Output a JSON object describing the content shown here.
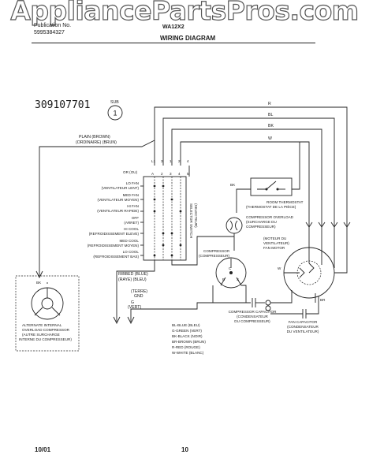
{
  "watermark": "AppliancePartsPros.com",
  "header": {
    "publication_label": "Publication No.",
    "publication_number": "5995384327",
    "model": "WA12X2",
    "title": "WIRING DIAGRAM"
  },
  "part_number": "309107701",
  "sub_label": "SUB",
  "sub_number": "1",
  "wire_labels": {
    "r": "R",
    "bl": "BL",
    "bk": "BK",
    "w": "W"
  },
  "plain_label": "PLAIN (BROWN)",
  "plain_label_fr": "(ORDINAIRE) (BRUN)",
  "switch_terminals": [
    "L1",
    "3",
    "1",
    "2",
    "4"
  ],
  "switch_sub_terminals": [
    "A",
    "2",
    "3",
    "4",
    "5"
  ],
  "or_label": "OR (OU)",
  "switch_modes": [
    {
      "en": "LO FAN",
      "fr": "(VENTILATEUR LENT)"
    },
    {
      "en": "MED FAN",
      "fr": "(VENTILATEUR MOYEN)"
    },
    {
      "en": "HI FAN",
      "fr": "(VENTILATEUR RAPIDE)"
    },
    {
      "en": "OFF",
      "fr": "(ARRET)"
    },
    {
      "en": "HI COOL",
      "fr": "(REFROIDISSEMENT ELEVE)"
    },
    {
      "en": "MED COOL",
      "fr": "(REFROIDISSEMENT MOYEN)"
    },
    {
      "en": "LO COOL",
      "fr": "(REFROIDISSEMENT BAS)"
    }
  ],
  "selector_switch": "SELECTOR SWITCH",
  "selector_switch_fr": "(SELECTEUR)",
  "room_thermostat": "ROOM THERMOSTAT",
  "room_thermostat_fr": "(THERMOSTAT DE LA PIÈCE)",
  "compressor_overload": "COMPRESSOR OVERLOAD",
  "compressor_overload_fr1": "(SURCHARGE DU",
  "compressor_overload_fr2": "COMPRESSEUR)",
  "compressor": "COMPRESSOR",
  "compressor_fr": "(COMPRESSEUR)",
  "fan_motor_fr1": "(MOTEUR DU",
  "fan_motor_fr2": "VENTILATEUR)",
  "fan_motor": "FAN MOTOR",
  "ribbed_label": "RIBBED (BLUE)",
  "ribbed_label_fr": "(RAYE) (BLEU)",
  "ground_label": "(TERRE)",
  "gnd_label": "GND",
  "g_label": "G",
  "g_label_fr": "(VERT)",
  "compressor_capacitor": "COMPRESSOR CAPACITOR",
  "compressor_capacitor_fr1": "(CONDENSATEUR",
  "compressor_capacitor_fr2": "DU COMPRESSEUR)",
  "fan_capacitor": "FAN CAPACITOR",
  "fan_capacitor_fr1": "(CONDENSATEUR",
  "fan_capacitor_fr2": "DU VENTILATEUR)",
  "color_legend": [
    "BL-BLUE (BLEU)",
    "G-GREEN (VERT)",
    "BK-BLACK (NOIR)",
    "BR-BROWN (BRUN)",
    "R-RED (ROUGE)",
    "W-WHITE (BLANC)"
  ],
  "alt_overload": "ALTERNATE INTERNAL",
  "alt_overload2": "OVERLOAD COMPRESSOR",
  "alt_overload_fr1": "(AUTRE SURCHARGE",
  "alt_overload_fr2": "INTERNE DU COMPRESSEUR)",
  "wire_codes": {
    "bk": "BK",
    "w": "W",
    "br": "BR",
    "r": "R",
    "s": "S",
    "c": "C"
  },
  "footer_date": "10/01",
  "footer_page": "10"
}
